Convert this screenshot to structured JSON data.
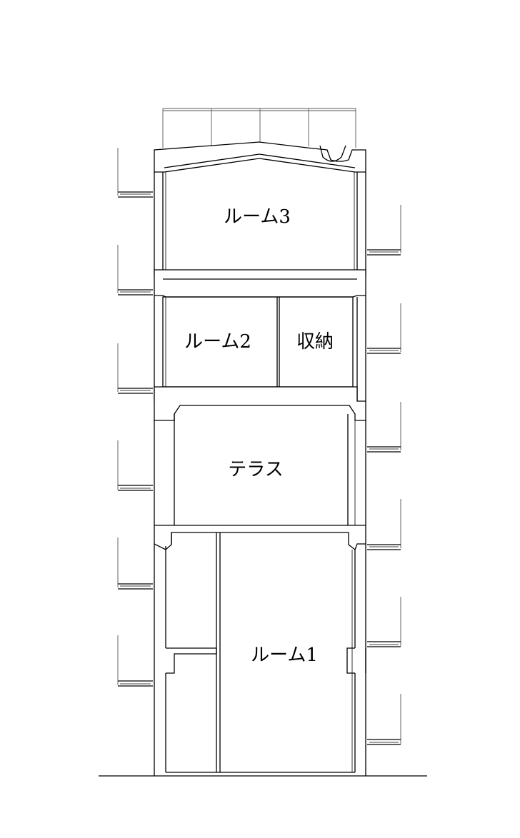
{
  "rooms": {
    "room3": "ルーム3",
    "room2": "ルーム2",
    "storage": "収納",
    "terrace": "テラス",
    "room1": "ルーム1"
  },
  "colors": {
    "line": "#000000",
    "background": "#ffffff",
    "railing": "#555555"
  },
  "icons": [
    "roof-gutter-icon"
  ]
}
